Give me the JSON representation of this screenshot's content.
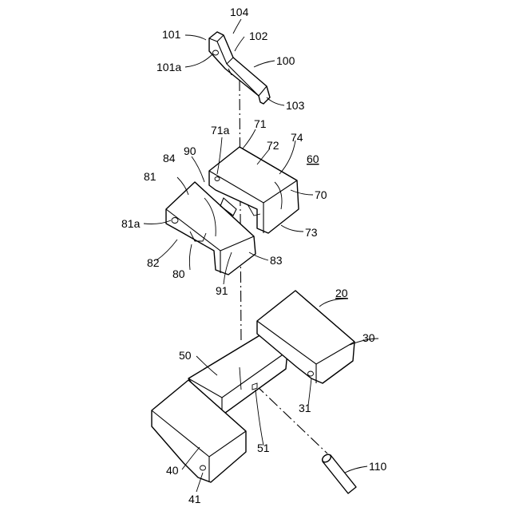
{
  "labels": {
    "l104": "104",
    "l101": "101",
    "l102": "102",
    "l100": "100",
    "l101a": "101a",
    "l103": "103",
    "l71a": "71a",
    "l71": "71",
    "l72": "72",
    "l74": "74",
    "l60": "60",
    "l70": "70",
    "l84": "84",
    "l90": "90",
    "l81": "81",
    "l81a": "81a",
    "l82": "82",
    "l80": "80",
    "l91": "91",
    "l83": "83",
    "l73": "73",
    "l20": "20",
    "l30": "30",
    "l50": "50",
    "l31": "31",
    "l40": "40",
    "l51": "51",
    "l41": "41",
    "l110": "110"
  }
}
